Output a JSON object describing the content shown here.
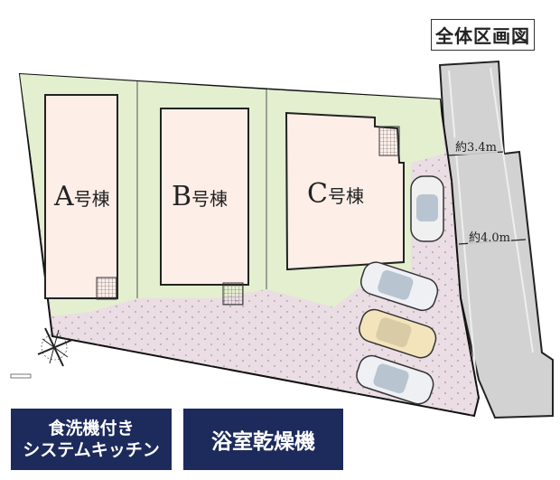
{
  "title": "全体区画図",
  "lots": [
    {
      "letter": "A",
      "suffix": "号棟"
    },
    {
      "letter": "B",
      "suffix": "号棟"
    },
    {
      "letter": "C",
      "suffix": "号棟"
    }
  ],
  "road_widths": [
    "約3.4m",
    "約4.0m"
  ],
  "banners": [
    {
      "line1": "食洗機付き",
      "line2": "システムキッチン"
    },
    {
      "line1": "浴室乾燥機"
    }
  ],
  "colors": {
    "lot_green": "#e3efcf",
    "driveway_pink": "#eadde3",
    "road_gray": "#d2d2d2",
    "banner_navy": "#1d2b5c"
  }
}
